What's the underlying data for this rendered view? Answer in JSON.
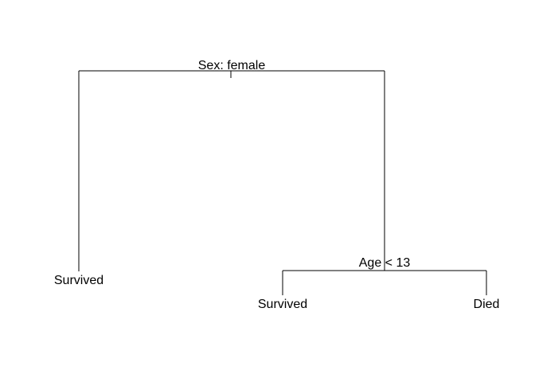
{
  "tree": {
    "root": {
      "split_label": "Sex: female"
    },
    "left_leaf": {
      "label": "Survived"
    },
    "right_node": {
      "split_label": "Age < 13"
    },
    "right_left_leaf": {
      "label": "Survived"
    },
    "right_right_leaf": {
      "label": "Died"
    }
  },
  "colors": {
    "line": "#000000",
    "text": "#000000",
    "background": "#ffffff"
  }
}
